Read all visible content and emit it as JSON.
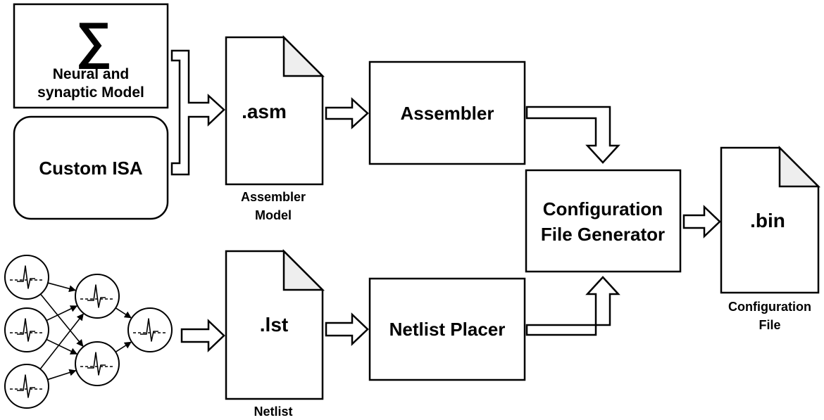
{
  "neural_model": {
    "symbol": "∑",
    "line1": "Neural and",
    "line2": "synaptic Model"
  },
  "custom_isa": {
    "label": "Custom ISA"
  },
  "asm_file": {
    "label": ".asm",
    "caption_line1": "Assembler",
    "caption_line2": "Model"
  },
  "lst_file": {
    "label": ".lst",
    "caption": "Netlist"
  },
  "assembler": {
    "label": "Assembler"
  },
  "netlist_placer": {
    "label": "Netlist Placer"
  },
  "config_generator": {
    "line1": "Configuration",
    "line2": "File Generator"
  },
  "bin_file": {
    "label": ".bin",
    "caption_line1": "Configuration",
    "caption_line2": "File"
  },
  "neural_network": {
    "layers": [
      3,
      2,
      1
    ]
  }
}
